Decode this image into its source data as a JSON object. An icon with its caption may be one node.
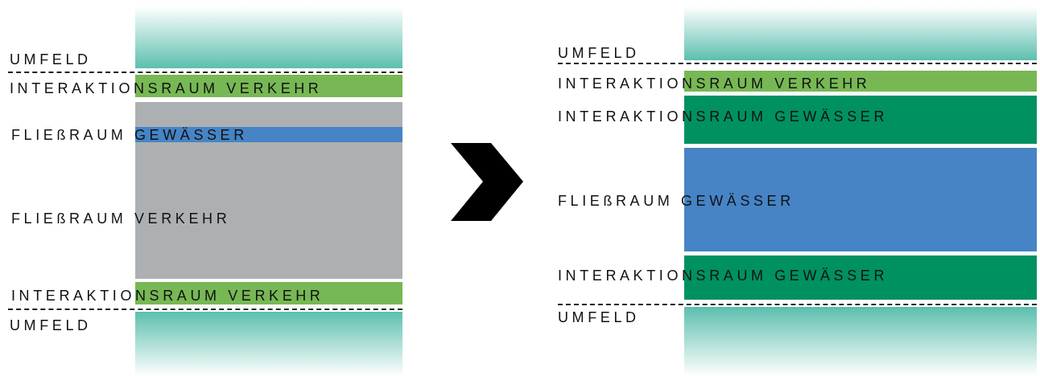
{
  "diagram": {
    "nodes": [
      {
        "text": [
          "UMFELD"
        ]
      },
      {
        "text": [
          "INTERAKTIONSRAUM VERKEHR"
        ]
      },
      {
        "text": [
          "FLIEßRAUM GEWÄSSER"
        ],
        "in": 3
      },
      {
        "text": [
          "FLIEßRAUM VERKEHR"
        ]
      },
      {
        "text": [
          "INTERAKTIONSRAUM VERKEHR"
        ]
      },
      {
        "text": [
          "UMFELD"
        ]
      },
      {
        "text": [
          "UMFELD"
        ]
      },
      {
        "text": [
          "INTERAKTIONSRAUM VERKEHR"
        ]
      },
      {
        "text": [
          "INTERAKTIONSRAUM GEWÄSSER"
        ]
      },
      {
        "text": [
          "FLIEßRAUM GEWÄSSER"
        ]
      },
      {
        "text": [
          "INTERAKTIONSRAUM GEWÄSSER"
        ]
      },
      {
        "text": [
          "UMFELD"
        ]
      }
    ]
  }
}
